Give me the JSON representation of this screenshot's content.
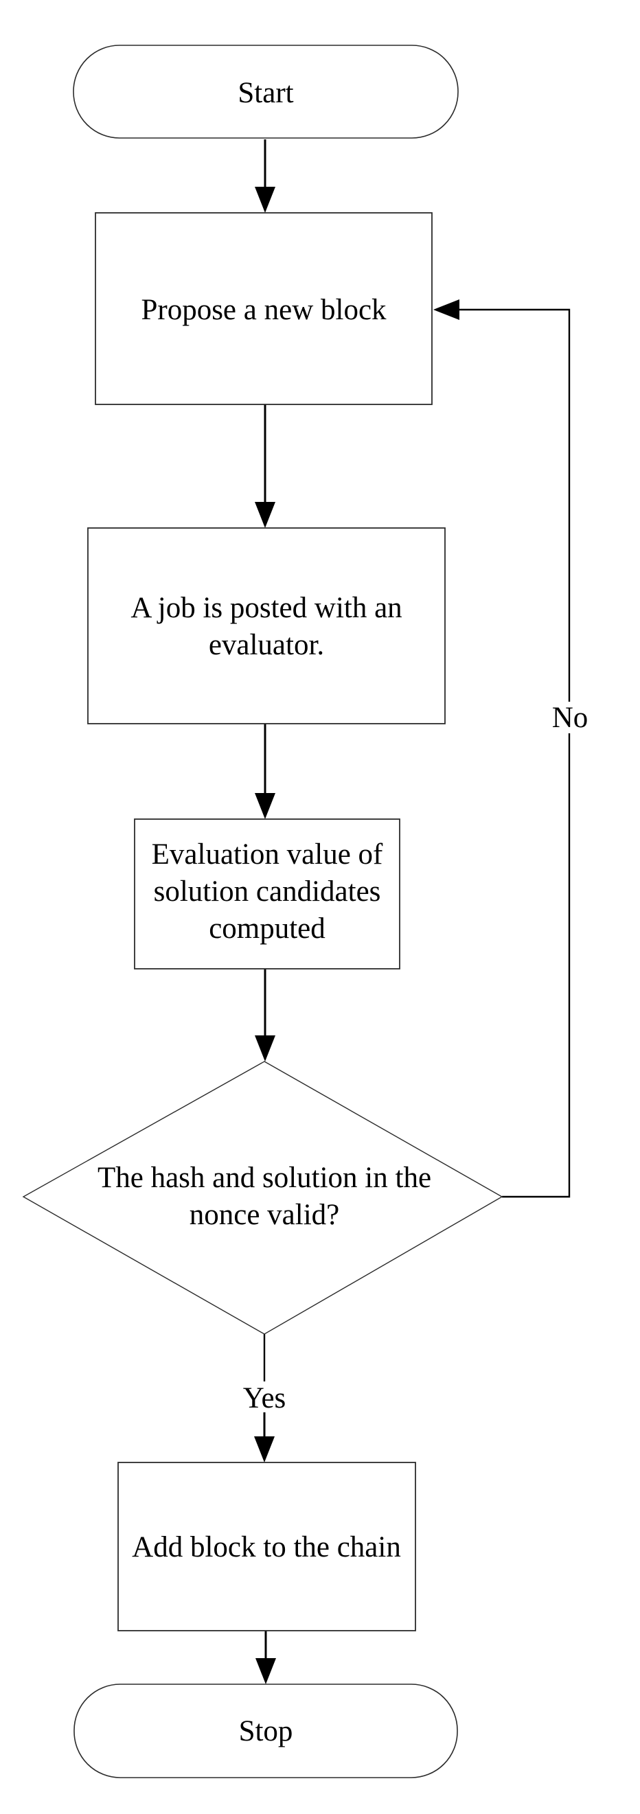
{
  "flowchart": {
    "background_color": "#ffffff",
    "shape_fill": "#ffffff",
    "shape_stroke_color": "#2b2b2b",
    "connector_color": "#000000",
    "text_color": "#000000",
    "nodes": {
      "start": {
        "type": "terminator",
        "label": "Start"
      },
      "propose": {
        "type": "process",
        "label": "Propose a new block"
      },
      "job_posted": {
        "type": "process",
        "lines": [
          "A job is posted with an",
          "evaluator."
        ]
      },
      "evaluation": {
        "type": "process",
        "lines": [
          "Evaluation value of",
          "solution candidates",
          "computed"
        ]
      },
      "nonce_decision": {
        "type": "decision",
        "lines": [
          "The hash and solution in the",
          "nonce valid?"
        ]
      },
      "add_block": {
        "type": "process",
        "label": "Add block to the chain"
      },
      "stop": {
        "type": "terminator",
        "label": "Stop"
      }
    },
    "edges": {
      "yes_label": "Yes",
      "no_label": "No"
    }
  }
}
